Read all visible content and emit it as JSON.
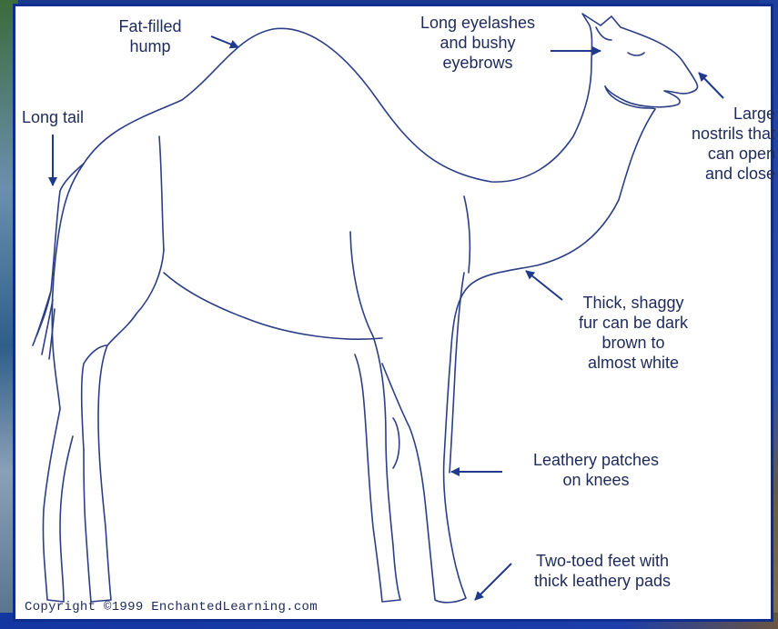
{
  "labels": {
    "hump": "Fat-filled\nhump",
    "tail": "Long tail",
    "eyelashes": "Long eyelashes\nand bushy\neyebrows",
    "nostrils": "Large\nnostrils that\ncan open\nand close",
    "fur": "Thick, shaggy\nfur can be dark\nbrown to\nalmost white",
    "knees": "Leathery patches\non knees",
    "feet": "Two-toed feet with\nthick leathery pads"
  },
  "copyright": "Copyright ©1999 EnchantedLearning.com",
  "colors": {
    "line": "#2b3e86",
    "arrow": "#1f3a8a",
    "frame": "#0f2d8f"
  }
}
